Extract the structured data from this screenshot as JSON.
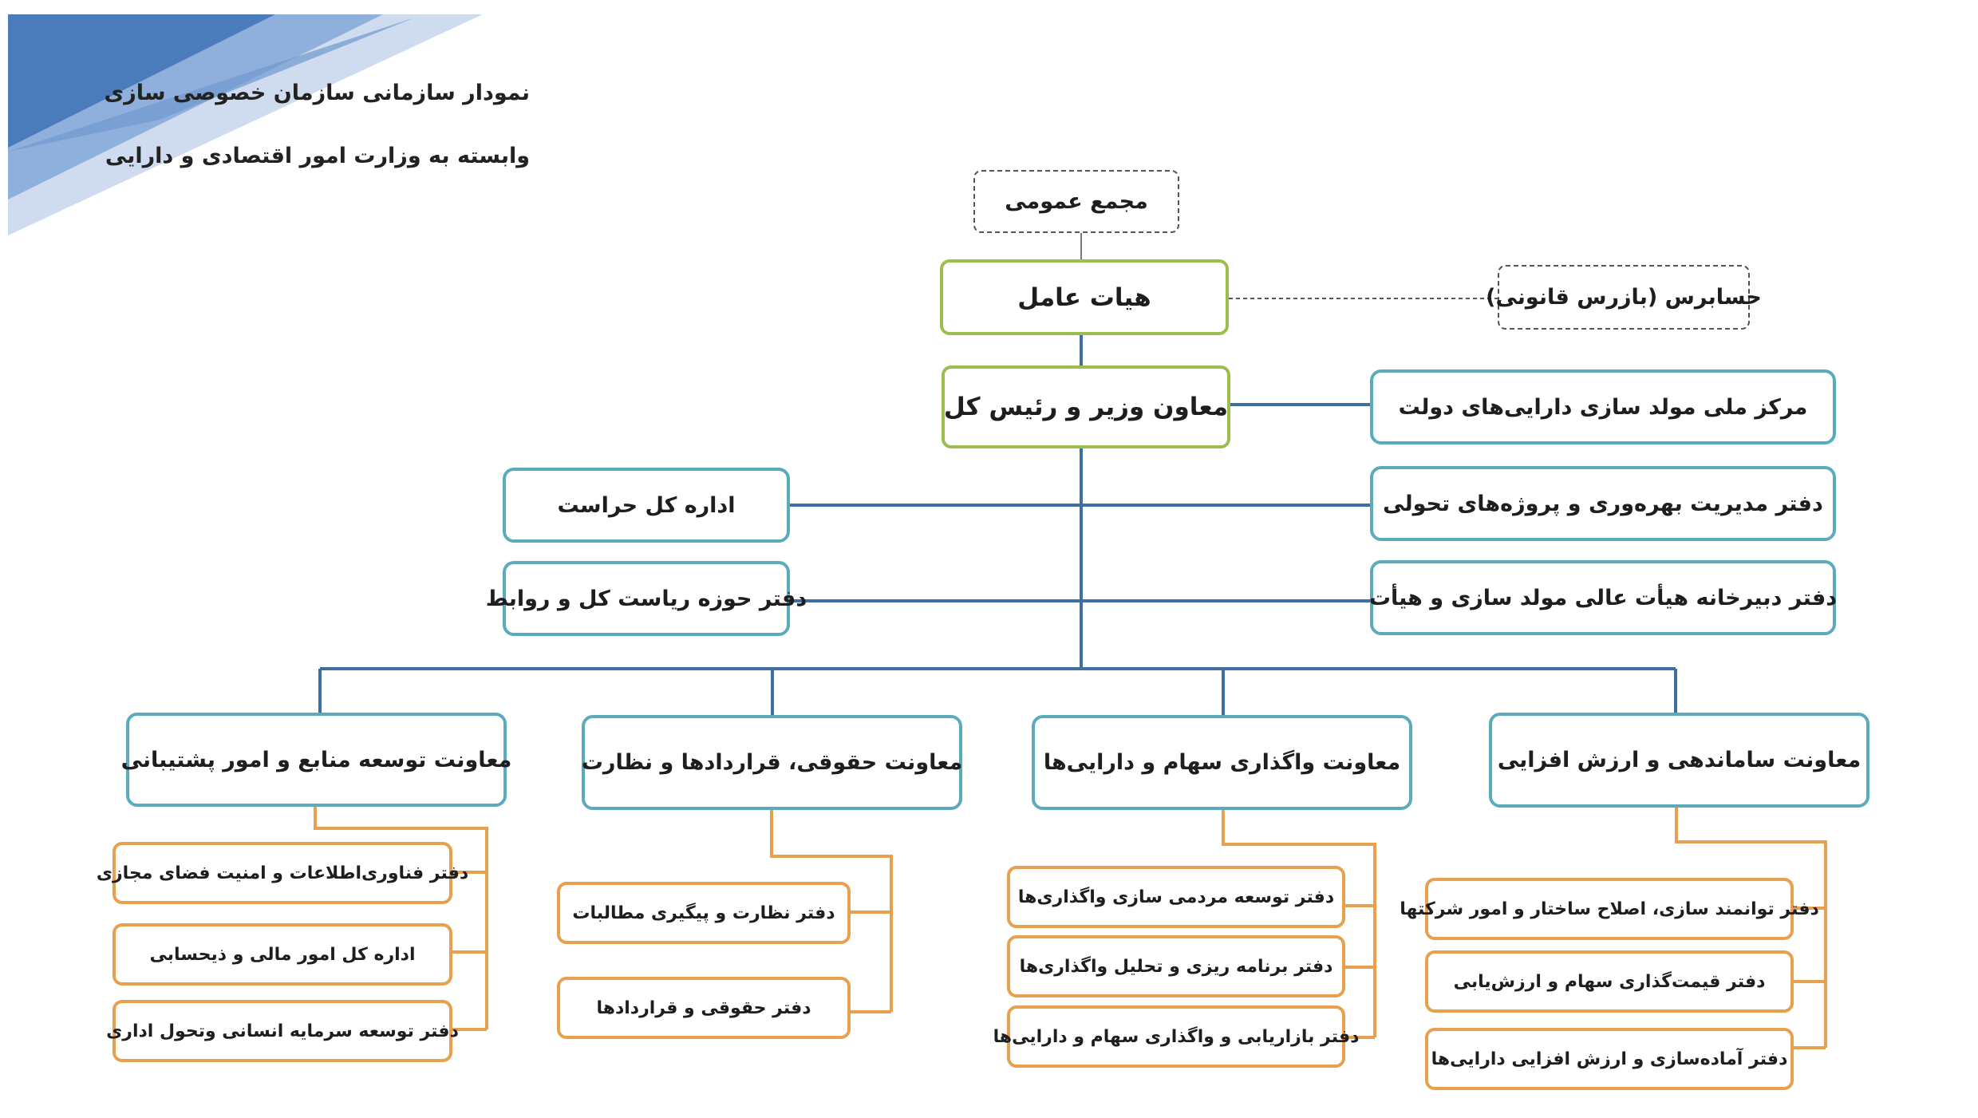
{
  "header": {
    "title_line1": "نمودار سازمانی سازمان خصوصی سازی",
    "title_line2": "وابسته به وزارت امور اقتصادی و دارایی"
  },
  "top": {
    "general_assembly": "مجمع عمومی",
    "executive_board": "هیات عامل",
    "auditor": "حسابرس (بازرس قانونی)",
    "deputy_minister": "معاون وزیر و رئیس کل"
  },
  "staff_right": [
    "مرکز ملی مولد سازی دارایی‌های دولت",
    "دفتر مدیریت بهره‌وری و پروژه‌های تحولی",
    "دفتر دبیرخانه هیأت عالی مولد سازی و هیأت"
  ],
  "staff_left": [
    "اداره کل حراست",
    "دفتر حوزه ریاست کل و روابط"
  ],
  "divisions": [
    {
      "title": "معاونت توسعه منابع و امور پشتیبانی",
      "offices": [
        "دفتر فناوری‌اطلاعات و امنیت فضای مجازی",
        "اداره کل امور مالی و ذیحسابی",
        "دفتر توسعه سرمایه انسانی وتحول اداری"
      ]
    },
    {
      "title": "معاونت حقوقی، قراردادها و نظارت",
      "offices": [
        "دفتر نظارت و پیگیری مطالبات",
        "دفتر حقوقی و قراردادها"
      ]
    },
    {
      "title": "معاونت واگذاری سهام و دارایی‌ها",
      "offices": [
        "دفتر توسعه مردمی سازی واگذاری‌ها",
        "دفتر برنامه ریزی و تحلیل واگذاری‌ها",
        "دفتر بازاریابی و واگذاری سهام و دارایی‌ها"
      ]
    },
    {
      "title": "معاونت ساماندهی و ارزش افزایی",
      "offices": [
        "دفتر توانمند سازی، اصلاح ساختار و امور شرکتها",
        "دفتر قیمت‌گذاری سهام و ارزش‌یابی",
        "دفتر آماده‌سازی و ارزش افزایی دارایی‌ها"
      ]
    }
  ],
  "colors": {
    "blue_line": "#3e6f9e",
    "orange_line": "#e8a04f",
    "green_border": "#9dbd4f",
    "blue_border": "#5aabbd",
    "corner_dark": "#4a7cbb",
    "corner_light": "#cfdcef"
  }
}
